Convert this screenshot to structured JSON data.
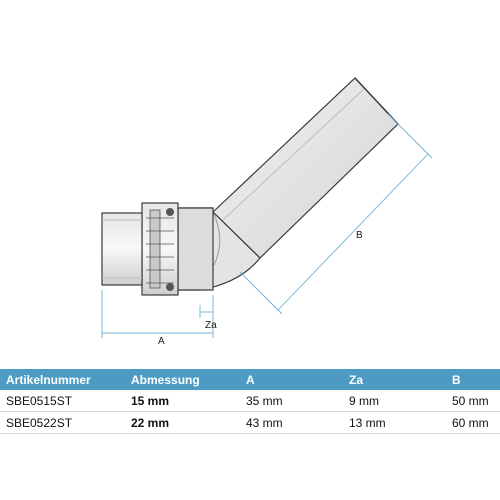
{
  "diagram": {
    "dimension_labels": {
      "a": "A",
      "za": "Za",
      "b": "B"
    },
    "colors": {
      "pipe_body": "#ececec",
      "pipe_shade": "#d6d6d6",
      "outline": "#3a3a3a",
      "dimension_line": "#6cb0d6",
      "fitting_dark": "#555555"
    }
  },
  "table": {
    "headers": {
      "artikelnummer": "Artikelnummer",
      "abmessung": "Abmessung",
      "a": "A",
      "za": "Za",
      "b": "B"
    },
    "rows": [
      {
        "artikelnummer": "SBE0515ST",
        "abmessung": "15 mm",
        "a": "35 mm",
        "za": "9 mm",
        "b": "50 mm"
      },
      {
        "artikelnummer": "SBE0522ST",
        "abmessung": "22 mm",
        "a": "43 mm",
        "za": "13 mm",
        "b": "60 mm"
      }
    ],
    "header_color": "#4d9bc2"
  }
}
